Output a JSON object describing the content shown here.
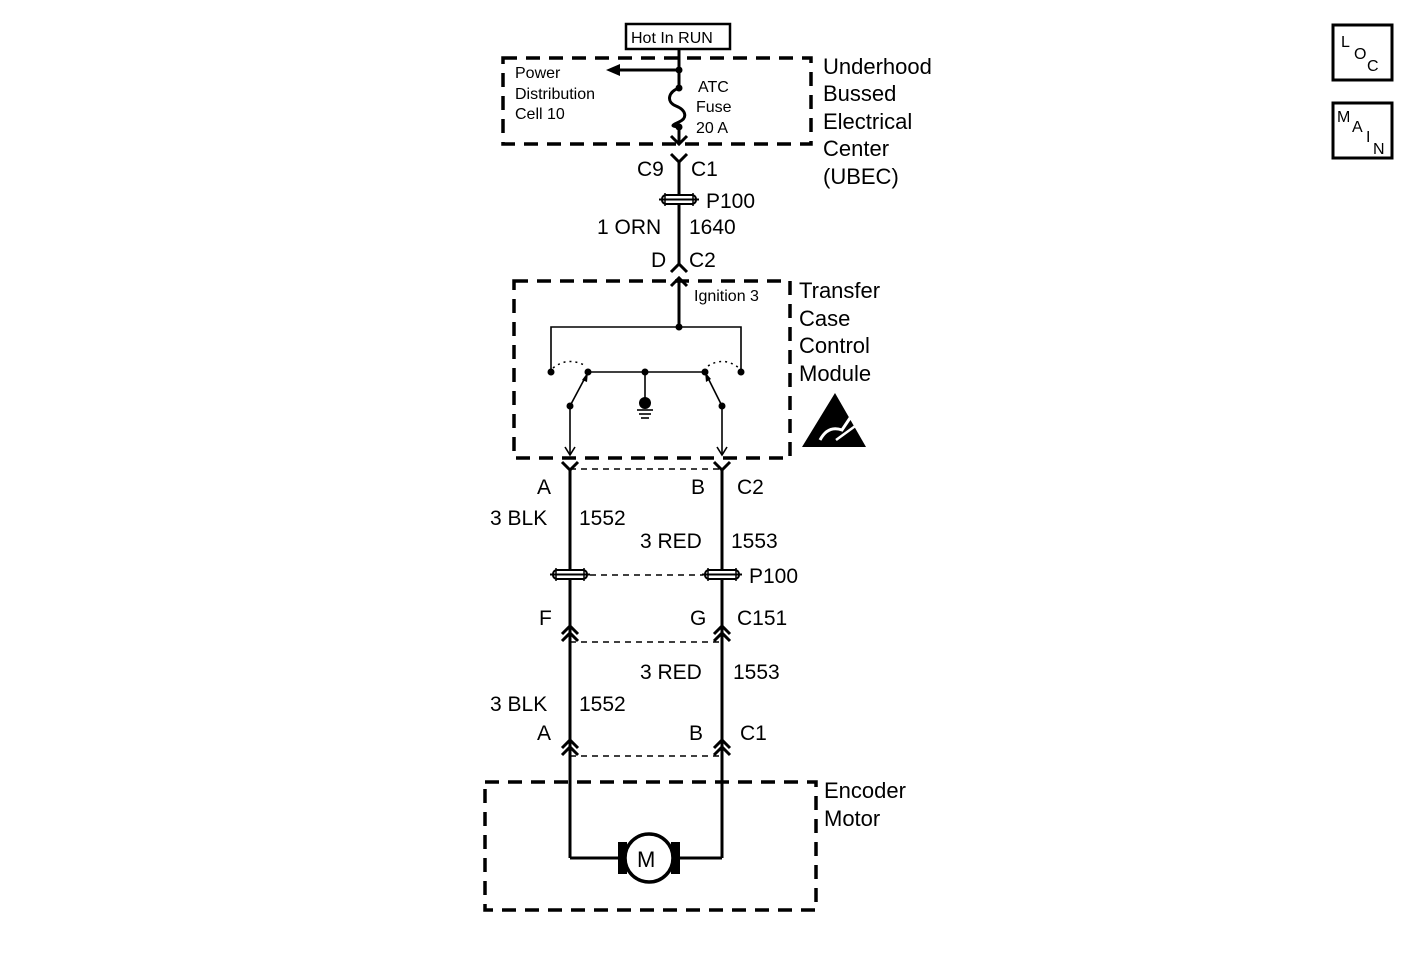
{
  "hot_label": "Hot In RUN",
  "nav": {
    "loc": [
      "L",
      "O",
      "C"
    ],
    "main": [
      "M",
      "A",
      "I",
      "N"
    ]
  },
  "ubec": {
    "name_lines": [
      "Underhood",
      "Bussed",
      "Electrical",
      "Center",
      "(UBEC)"
    ],
    "power_lines": [
      "Power",
      "Distribution",
      "Cell 10"
    ],
    "fuse_lines": [
      "ATC",
      "Fuse",
      "20 A"
    ],
    "pin_left": "C9",
    "pin_right": "C1"
  },
  "splice_top": {
    "id": "P100",
    "wire_left": "1 ORN",
    "wire_right": "1640"
  },
  "tccm": {
    "name_lines": [
      "Transfer",
      "Case",
      "Control",
      "Module"
    ],
    "pin_top_left": "D",
    "pin_top_right": "C2",
    "ignition_label": "Ignition 3",
    "pin_a": "A",
    "pin_b": "B",
    "pin_conn": "C2"
  },
  "wires_upper": {
    "a_color": "3 BLK",
    "a_circuit": "1552",
    "b_color": "3 RED",
    "b_circuit": "1553"
  },
  "splice_mid": {
    "id": "P100"
  },
  "c151": {
    "pin_left": "F",
    "pin_right": "G",
    "conn": "C151"
  },
  "wires_lower": {
    "a_color": "3 BLK",
    "a_circuit": "1552",
    "b_color": "3 RED",
    "b_circuit": "1553"
  },
  "motor_conn": {
    "pin_left": "A",
    "pin_right": "B",
    "conn": "C1"
  },
  "motor": {
    "name_lines": [
      "Encoder",
      "Motor"
    ],
    "symbol": "M"
  }
}
